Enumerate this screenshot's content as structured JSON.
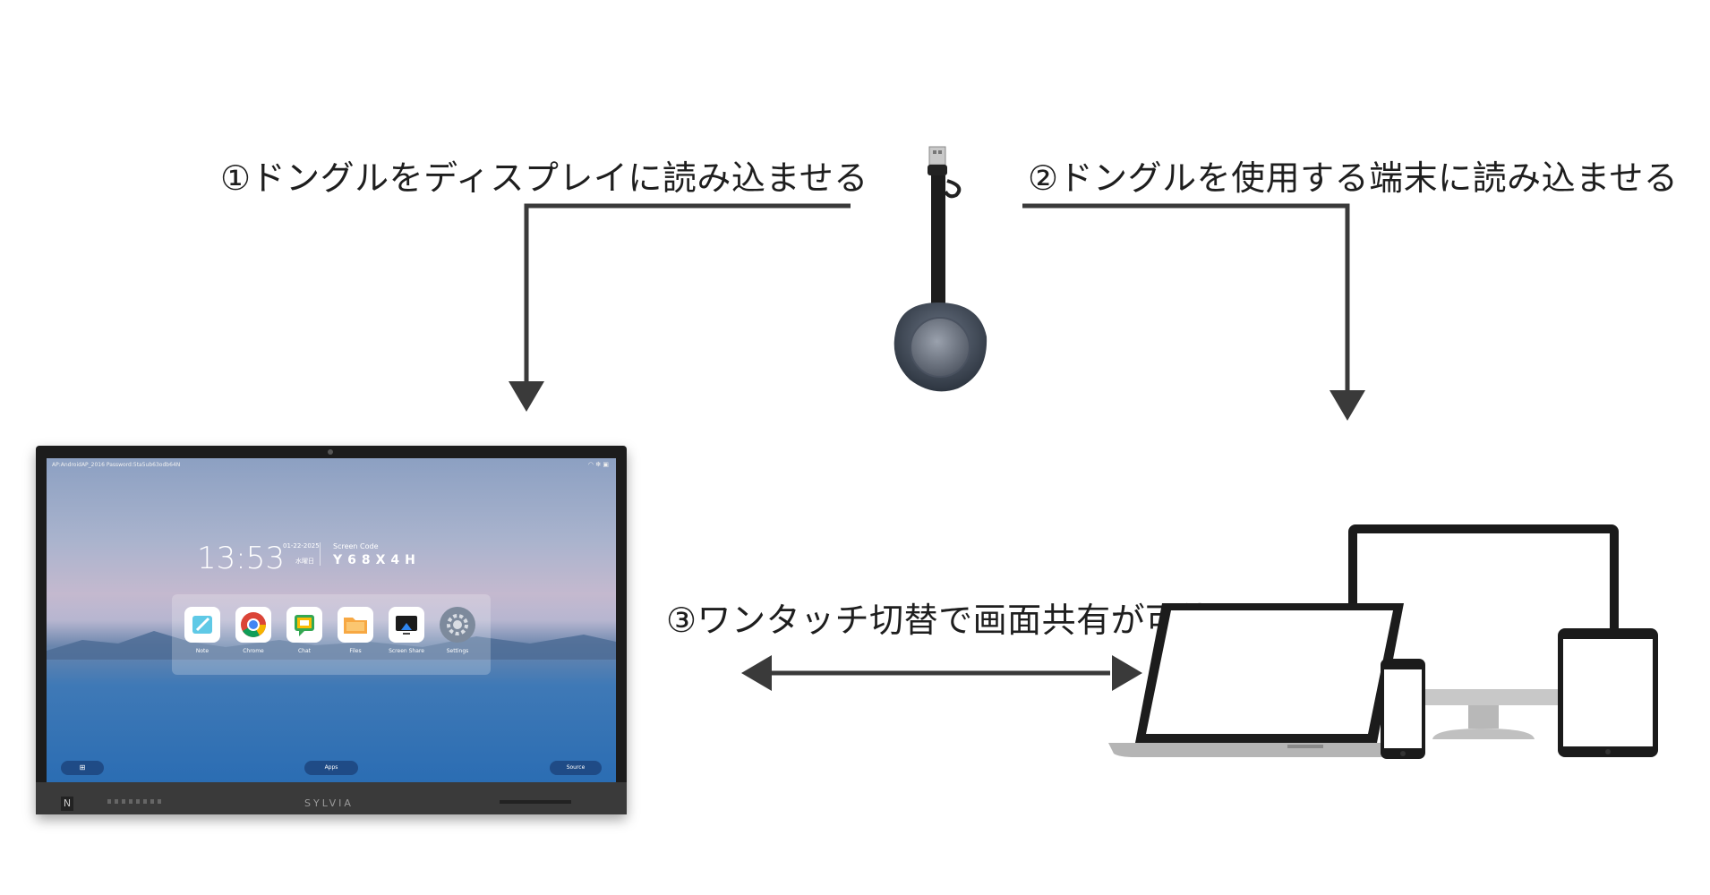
{
  "steps": {
    "step1": "①ドングルをディスプレイに読み込ませる",
    "step2": "②ドングルを使用する端末に読み込ませる",
    "step3": "③ワンタッチ切替で画面共有が可能"
  },
  "display_screen": {
    "wifi_info": "AP:AndroidAP_2016  Password:5ta5ub63odb64N",
    "time": "13:53",
    "date": "01-22-2025",
    "weekday": "水曜日",
    "screen_code_label": "Screen Code",
    "screen_code": "Y68X4H",
    "apps": [
      {
        "label": "Note",
        "icon": "note-icon"
      },
      {
        "label": "Chrome",
        "icon": "chrome-icon"
      },
      {
        "label": "Chat",
        "icon": "chat-icon"
      },
      {
        "label": "Files",
        "icon": "files-icon"
      },
      {
        "label": "Screen Share",
        "icon": "screen-share-icon"
      },
      {
        "label": "Settings",
        "icon": "settings-icon"
      }
    ],
    "apps_button": "Apps",
    "source_button": "Source"
  },
  "brand": "SYLVIA",
  "colors": {
    "arrow": "#3a3a3a",
    "text": "#1e1e1e",
    "taskbar_button": "#1f4b86"
  }
}
